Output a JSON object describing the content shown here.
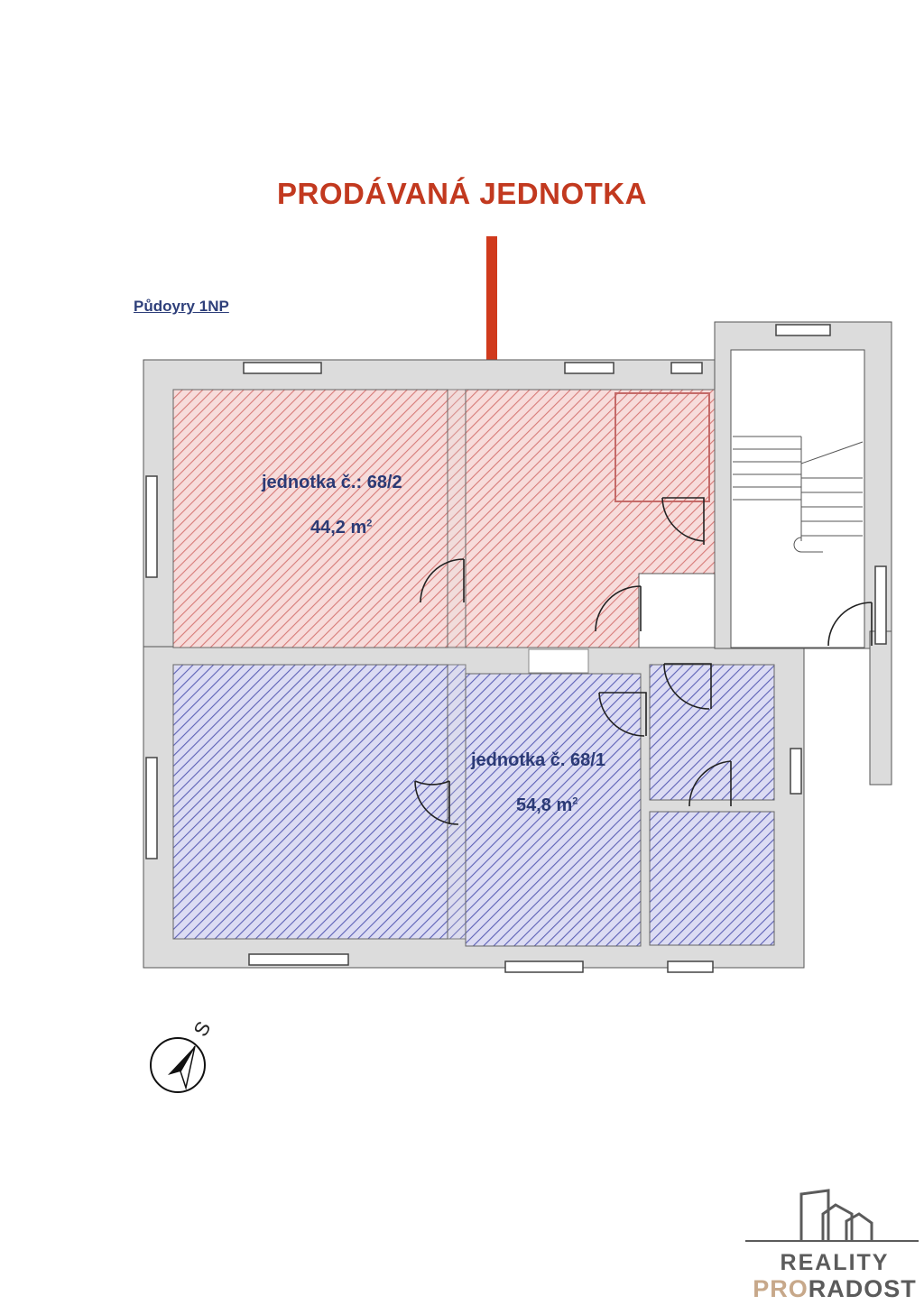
{
  "headline": "PRODÁVANÁ JEDNOTKA",
  "floor_plan_link": "Půdoyry 1NP",
  "units": [
    {
      "label": "jednotka č.: 68/2",
      "area_value": "44,2 m",
      "area_sup": "2",
      "color": "#e8a9a6"
    },
    {
      "label": "jednotka č. 68/1",
      "area_value": "54,8 m",
      "area_sup": "2",
      "color": "#8d8fd8"
    }
  ],
  "compass": {
    "letter": "S",
    "icon": "compass-icon"
  },
  "brand": {
    "line1": "REALITY",
    "line2_a": "PRO",
    "line2_b": "RADOST",
    "accent": "#c7a88a"
  },
  "colors": {
    "headline": "#c2391f",
    "arrow": "#d03a1c",
    "wall": "#dcdcdc",
    "text": "#2b3a75"
  }
}
